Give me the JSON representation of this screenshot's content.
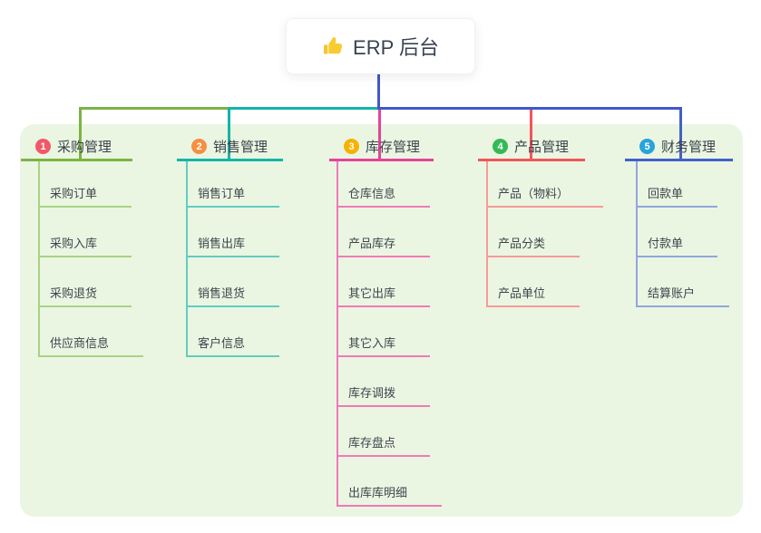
{
  "root": {
    "label": "ERP 后台",
    "icon": "thumbs-up-icon",
    "icon_color": "#f6c42d"
  },
  "connector_color": "#4257cb",
  "panel_color": "#eaf6e2",
  "branches": [
    {
      "number": "1",
      "title": "采购管理",
      "badge_color": "#f25866",
      "line_color": "#7cb342",
      "light_line_color": "#a9d384",
      "items": [
        "采购订单",
        "采购入库",
        "采购退货",
        "供应商信息"
      ]
    },
    {
      "number": "2",
      "title": "销售管理",
      "badge_color": "#f68f41",
      "line_color": "#12b5a7",
      "light_line_color": "#63ccc2",
      "items": [
        "销售订单",
        "销售出库",
        "销售退货",
        "客户信息"
      ]
    },
    {
      "number": "3",
      "title": "库存管理",
      "badge_color": "#f7b100",
      "line_color": "#e5439a",
      "light_line_color": "#f07ab8",
      "items": [
        "仓库信息",
        "产品库存",
        "其它出库",
        "其它入库",
        "库存调拨",
        "库存盘点",
        "出库库明细"
      ]
    },
    {
      "number": "4",
      "title": "产品管理",
      "badge_color": "#35b957",
      "line_color": "#f2555a",
      "light_line_color": "#f79a9a",
      "items": [
        "产品（物料）",
        "产品分类",
        "产品单位"
      ]
    },
    {
      "number": "5",
      "title": "财务管理",
      "badge_color": "#28a3dc",
      "line_color": "#4161c8",
      "light_line_color": "#92a7dc",
      "items": [
        "回款单",
        "付款单",
        "结算账户"
      ]
    }
  ]
}
